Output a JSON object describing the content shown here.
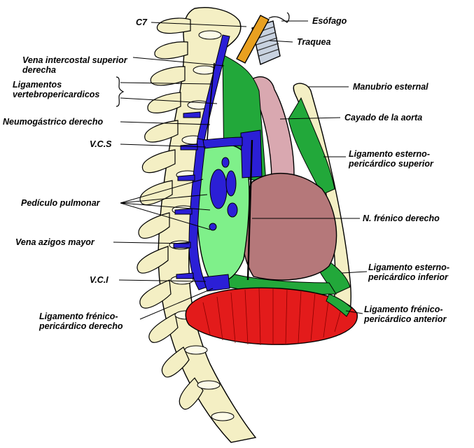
{
  "labels": {
    "c7": "C7",
    "esofago": "Esófago",
    "traquea": "Traquea",
    "vena_intercostal_1": "Vena intercostal superior",
    "vena_intercostal_2": "derecha",
    "ligamentos_vp_1": "Ligamentos",
    "ligamentos_vp_2": "vertebropericardicos",
    "manubrio": "Manubrio esternal",
    "neumogastrico": "Neumogástrico derecho",
    "cayado": "Cayado de la aorta",
    "vcs": "V.C.S",
    "lig_esterno_sup_1": "Ligamento esterno-",
    "lig_esterno_sup_2": "pericárdico superior",
    "pediculo": "Pedículo pulmonar",
    "frenico": "N. frénico derecho",
    "azigos": "Vena azigos mayor",
    "lig_esterno_inf_1": "Ligamento esterno-",
    "lig_esterno_inf_2": "pericárdico inferior",
    "vci": "V.C.I",
    "lig_frenico_ant_1": "Ligamento frénico-",
    "lig_frenico_ant_2": "pericárdico anterior",
    "lig_frenico_der_1": "Ligamento frénico-",
    "lig_frenico_der_2": "pericárdico derecho"
  },
  "colors": {
    "bone": "#f4efc4",
    "vein": "#2b1fd6",
    "ligament": "#22a83a",
    "pleura": "#7ff08a",
    "pericardium": "#b5787a",
    "aorta": "#d9a8b0",
    "diaphragm": "#e31b1b",
    "trachea": "#c8d2e0",
    "esophagus": "#e8a020"
  }
}
